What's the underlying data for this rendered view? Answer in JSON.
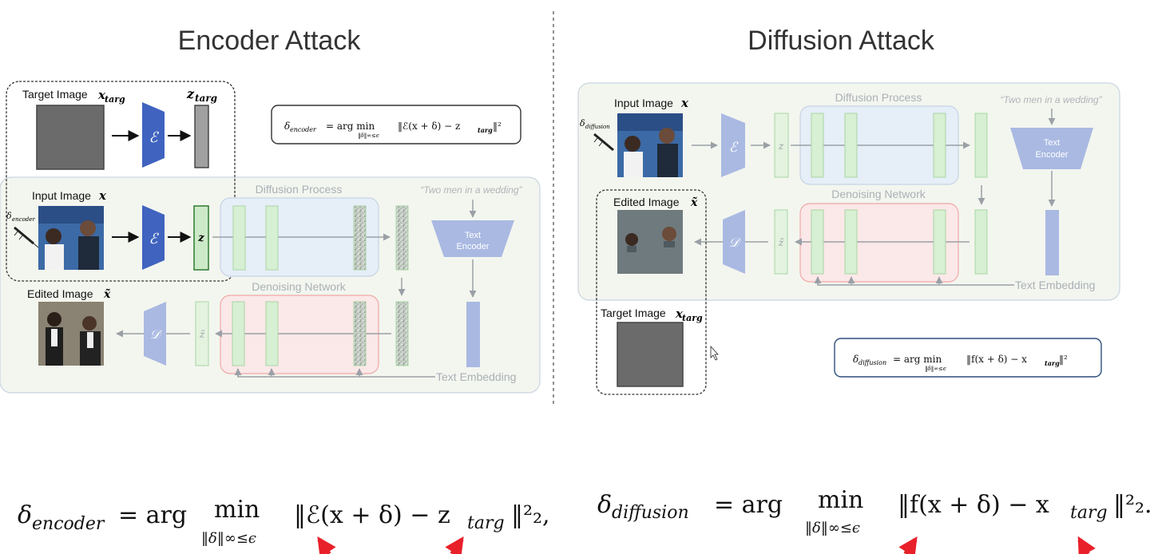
{
  "encoder_panel": {
    "title": "Encoder Attack",
    "target_image_label": "Target Image",
    "target_image_symbol": "x",
    "target_image_sub": "targ",
    "z_targ_symbol": "z",
    "z_targ_sub": "targ",
    "encoder_symbol": "ℰ",
    "input_image_label": "Input Image",
    "input_image_symbol": "x",
    "delta_label": "δ",
    "delta_sub": "encoder",
    "z_symbol": "z",
    "diffusion_process_label": "Diffusion Process",
    "denoising_network_label": "Denoising Network",
    "prompt": "“Two men in a wedding”",
    "text_encoder_label_line1": "Text",
    "text_encoder_label_line2": "Encoder",
    "text_embedding_label": "Text Embedding",
    "edited_image_label": "Edited Image",
    "edited_image_symbol": "x̃",
    "decoder_symbol": "𝒟",
    "z_tilde_symbol": "z̃",
    "formula_lhs": "δ",
    "formula_lhs_sub": "encoder",
    "formula_argmin": "= arg min",
    "formula_constraint": "‖δ‖∞≤ϵ",
    "formula_rhs": "‖ℰ(x + δ) − z",
    "formula_rhs_sub": "targ",
    "formula_norm_end": "‖²"
  },
  "diffusion_panel": {
    "title": "Diffusion Attack",
    "input_image_label": "Input Image",
    "input_image_symbol": "x",
    "delta_label": "δ",
    "delta_sub": "diffusion",
    "encoder_symbol": "ℰ",
    "z_symbol": "z",
    "diffusion_process_label": "Diffusion Process",
    "denoising_network_label": "Denoising Network",
    "prompt": "“Two men in a wedding”",
    "text_encoder_label_line1": "Text",
    "text_encoder_label_line2": "Encoder",
    "text_embedding_label": "Text Embedding",
    "edited_image_label": "Edited Image",
    "edited_image_symbol": "x̃",
    "decoder_symbol": "𝒟",
    "z_tilde_symbol": "z̃",
    "target_image_label": "Target Image",
    "target_image_symbol": "x",
    "target_image_sub": "targ",
    "formula_lhs": "δ",
    "formula_lhs_sub": "diffusion",
    "formula_argmin": "= arg min",
    "formula_constraint": "‖δ‖∞≤ϵ",
    "formula_rhs": "‖f(x + δ) − x",
    "formula_rhs_sub": "targ",
    "formula_norm_end": "‖²"
  },
  "bottom_equations": {
    "encoder": {
      "lhs": "δ",
      "lhs_sub": "encoder",
      "eq": "= arg",
      "min": "min",
      "constraint": "‖δ‖∞≤ϵ",
      "rhs": "‖ℰ(x + δ) − z",
      "rhs_sub": "targ",
      "tail": "‖²₂,"
    },
    "diffusion": {
      "lhs": "δ",
      "lhs_sub": "diffusion",
      "eq": "= arg",
      "min": "min",
      "constraint": "‖δ‖∞≤ϵ",
      "rhs": "‖f(x + δ) − x",
      "rhs_sub": "targ",
      "tail": "‖²₂."
    }
  },
  "colors": {
    "encoder_blue": "#3f63bf",
    "faded_blue": "#a9b9e2",
    "latent_green_fill": "#d7efd3",
    "latent_green_stroke": "#6cbf68",
    "diffusion_box_fill": "#e6eef7",
    "denoise_box_fill": "#fbe8e8",
    "denoise_box_stroke": "#f0a8a8",
    "panel_fill": "#f3f6ef",
    "target_gray": "#6b6b6b",
    "arrow_red": "#e8202a"
  }
}
